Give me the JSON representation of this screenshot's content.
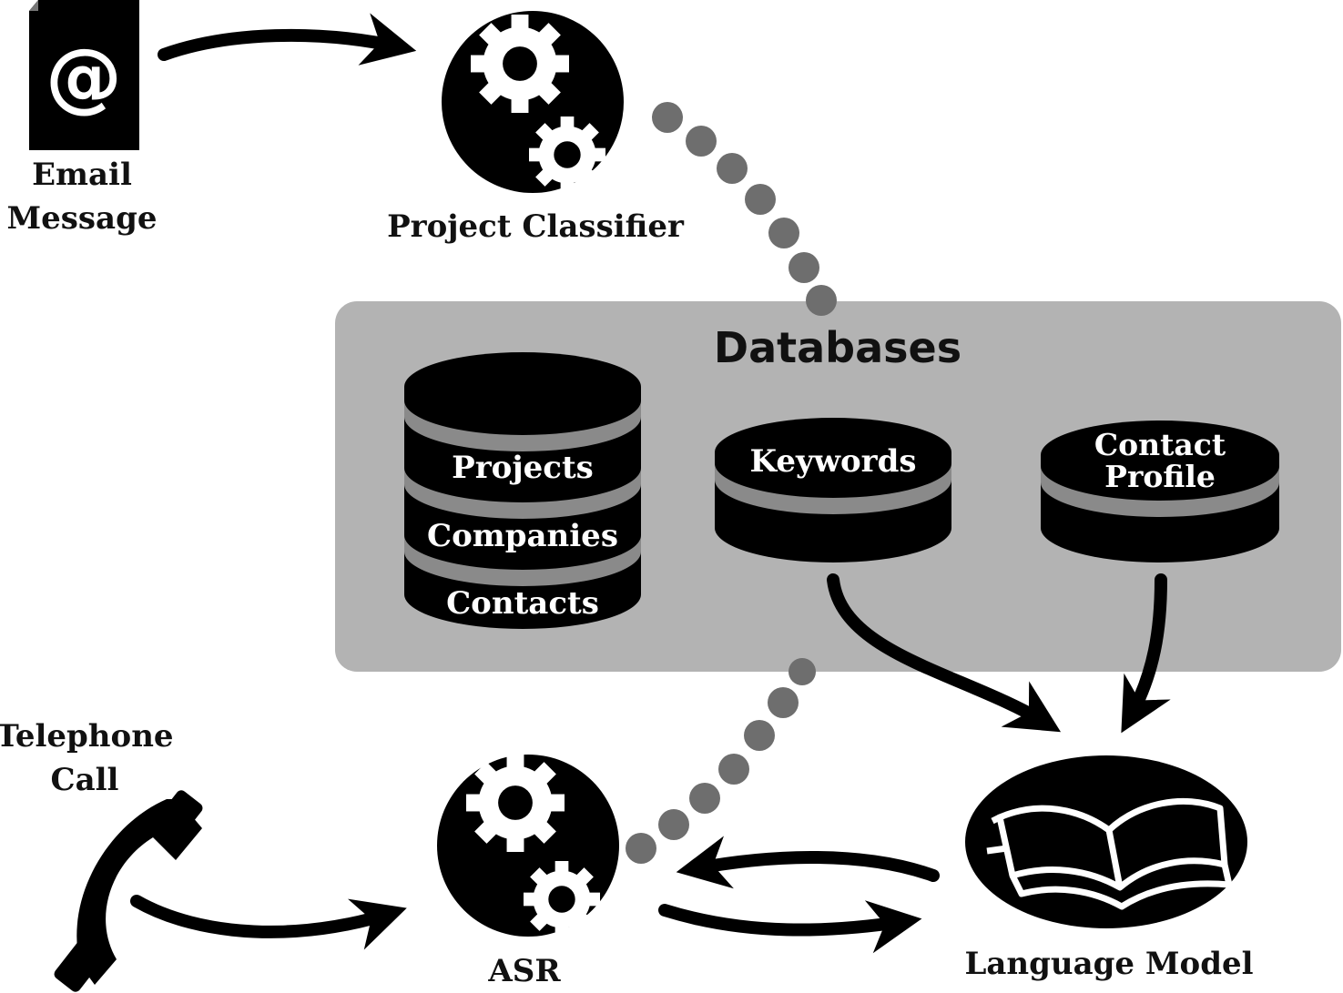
{
  "nodes": {
    "email": {
      "line1": "Email",
      "line2": "Message",
      "icon": "at-sign-document-icon"
    },
    "classifier": {
      "label": "Project Classifier",
      "icon": "gears-icon"
    },
    "telephone": {
      "line1": "Telephone",
      "line2": "Call",
      "icon": "telephone-handset-icon"
    },
    "asr": {
      "label": "ASR",
      "icon": "gears-icon"
    },
    "language_model": {
      "label": "Language Model",
      "icon": "open-book-icon"
    }
  },
  "databases": {
    "title": "Databases",
    "stack": [
      "Projects",
      "Companies",
      "Contacts"
    ],
    "keywords": "Keywords",
    "contact_profile": {
      "line1": "Contact",
      "line2": "Profile"
    }
  },
  "colors": {
    "panel": "#b3b3b3",
    "ink": "#000000",
    "band": "#8a8a8a",
    "dots": "#6e6e6e"
  }
}
